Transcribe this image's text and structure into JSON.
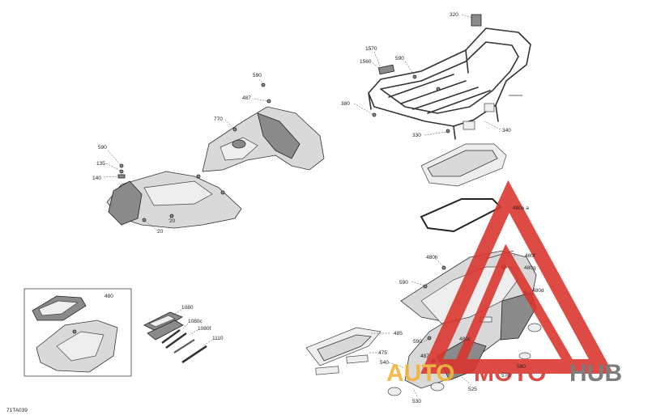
{
  "diagram_code": "71TA039",
  "labels": {
    "l320": "320",
    "l1570": "1570",
    "l1560": "1560",
    "l590_top": "590",
    "l380": "380",
    "l330": "330",
    "l340": "340",
    "l590_front": "590",
    "l487_front": "487",
    "l770": "770",
    "l590_left": "590",
    "l135": "135",
    "l140": "140",
    "l20_a": "20",
    "l20_b": "20",
    "l480ea": "480e a",
    "l480h": "480h",
    "l480f": "480f",
    "l480g": "480g",
    "l480d": "480d",
    "l590_mid": "590",
    "l485": "485",
    "l590_low": "590",
    "l480c": "480c",
    "l487_low": "487",
    "l475": "475",
    "l540": "540",
    "l530": "530",
    "l525": "525",
    "l570": "570",
    "l580": "580",
    "l480": "480",
    "l1080": "1080",
    "l1080c": "1080c",
    "l1080f": "1080f",
    "l1110": "1110"
  },
  "watermark": {
    "auto": "AUTO",
    "moto": "MOTO",
    "hub": "HUB"
  },
  "colors": {
    "watermark_red": "#d9332b",
    "watermark_yellow": "#f2b233",
    "watermark_gray": "#6b6b6b"
  }
}
